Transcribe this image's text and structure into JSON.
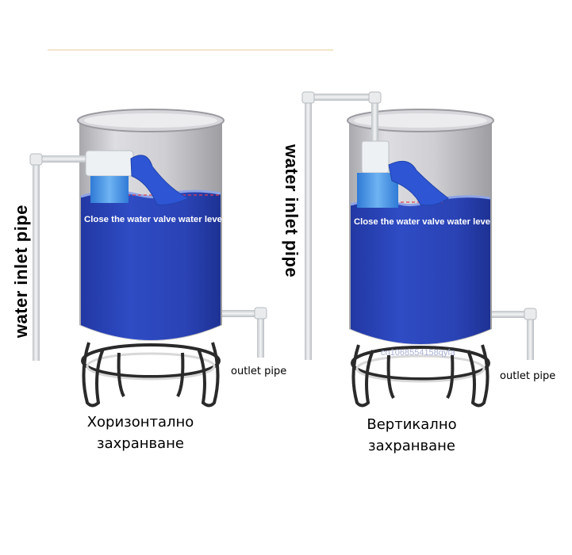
{
  "left_tank": {
    "inlet_label": "water inlet pipe",
    "level_label": "Close the water valve water leve",
    "outlet_label": "outlet pipe",
    "caption_line1": "Хоризонтално",
    "caption_line2": "захранване"
  },
  "right_tank": {
    "inlet_label": "water inlet pipe",
    "level_label": "Close the water valve water leve",
    "outlet_label": "outlet pipe",
    "caption_line1": "Вертикално",
    "caption_line2": "захранване",
    "watermark": "cn1068554158qyfa"
  },
  "colors": {
    "water": "#2a43b5",
    "water_light": "#8ea4e6",
    "tank_shell": "#c8c8cc",
    "pipe": "#e6e8ea",
    "valve_float": "#3f8fe6",
    "stand": "#2a2a2a"
  }
}
